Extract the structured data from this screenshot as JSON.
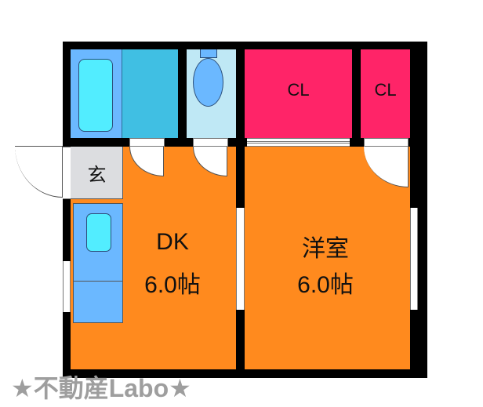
{
  "rooms": {
    "bath": {
      "label": ""
    },
    "toilet": {
      "label": ""
    },
    "closet1": {
      "label": "CL"
    },
    "closet2": {
      "label": "CL"
    },
    "entrance": {
      "label": "玄"
    },
    "dk": {
      "name": "DK",
      "size": "6.0帖"
    },
    "western": {
      "name": "洋室",
      "size": "6.0帖"
    }
  },
  "watermark": "★不動産Labo★",
  "colors": {
    "wall": "#000000",
    "room_floor": "#FF8A1E",
    "closet": "#FF2468",
    "bath": "#6BB8FF",
    "bath_floor": "#40BFE3",
    "tub": "#52EDFF",
    "toilet": "#BFE8F5",
    "entrance": "#DCDDE0",
    "watermark": "#9E9E9E"
  }
}
